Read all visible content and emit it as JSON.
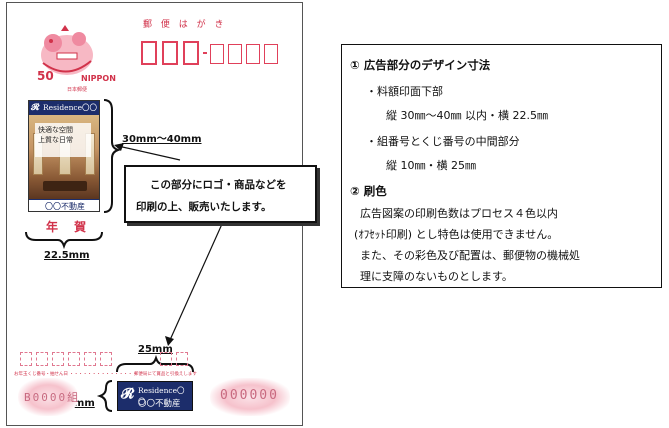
{
  "postcard": {
    "hagaki_label": "郵 便 は が き",
    "stamp": {
      "value": "50",
      "country": "NIPPON",
      "post_label": "日本郵便"
    },
    "ad": {
      "brand": "Residence〇〇",
      "copy_line1": "快適な空間",
      "copy_line2": "上質な日常",
      "footer": "〇〇不動産"
    },
    "nenga": "年 賀",
    "lottery_note": "お年玉くじ番号・抽せん日 ・・・・・・・・・・・・・・ 郵便局にて賞品と引換えします",
    "serial_left": "B0000組",
    "serial_right": "000000",
    "mini_ad": {
      "brand": "Residence〇〇",
      "name": "〇〇不動産"
    }
  },
  "dimensions": {
    "height_range": "30mm～40mm",
    "width_stamp": "22.5mm",
    "width_mid": "25mm",
    "height_mid": "10mm"
  },
  "callout": {
    "line1": "この部分にロゴ・商品などを",
    "line2": "印刷の上、販売いたします。"
  },
  "spec": {
    "heading1": "① 広告部分のデザイン寸法",
    "item1": "・料額印面下部",
    "item1_value": "縦 30㎜～40㎜ 以内・横 22.5㎜",
    "item2": "・組番号とくじ番号の中間部分",
    "item2_value": "縦 10㎜・横 25㎜",
    "heading2": "② 刷色",
    "body1": "広告図案の印刷色数はプロセス４色以内",
    "body2": "(ｵﾌｾｯﾄ印刷) とし特色は使用できません。",
    "body3": "また、その彩色及び配置は、郵便物の機械処",
    "body4": "理に支障のないものとします。"
  },
  "colors": {
    "accent_red": "#d1324a",
    "ad_navy": "#1c2d6b"
  }
}
